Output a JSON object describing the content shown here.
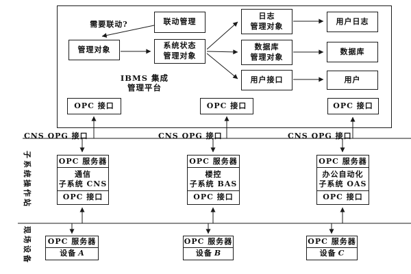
{
  "platform": {
    "title": "IBMS 集成\n管理平台",
    "annotation": "需要联动?",
    "boxes": {
      "linkage": "联动管理",
      "managed_object": "管理对象",
      "system_status": "系统状态\n管理对象",
      "log_manager": "日志\n管理对象",
      "db_manager": "数据库\n管理对象",
      "user_interface": "用户接口",
      "user_log": "用户日志",
      "database": "数据库",
      "user": "用户",
      "opc_interface": "OPC 接口"
    }
  },
  "bus": {
    "label": "CNS OPG 接口"
  },
  "sections": {
    "subsystem_label": "子系统操作站",
    "field_label": "现场设备"
  },
  "subsystems": [
    {
      "server": "OPC 服务器",
      "name": "通信\n子系统 CNS",
      "interface": "OPC 接口"
    },
    {
      "server": "OPC 服务器",
      "name": "楼控\n子系统 BAS",
      "interface": "OPC 接口"
    },
    {
      "server": "OPC 服务器",
      "name": "办公自动化\n子系统 OAS",
      "interface": "OPC 接口"
    }
  ],
  "devices": [
    {
      "server": "OPC 服务器",
      "label": "设备",
      "letter": "A"
    },
    {
      "server": "OPC 服务器",
      "label": "设备",
      "letter": "B"
    },
    {
      "server": "OPC 服务器",
      "label": "设备",
      "letter": "C"
    }
  ],
  "colors": {
    "ink": "#1a1a1a",
    "background": "#ffffff"
  }
}
